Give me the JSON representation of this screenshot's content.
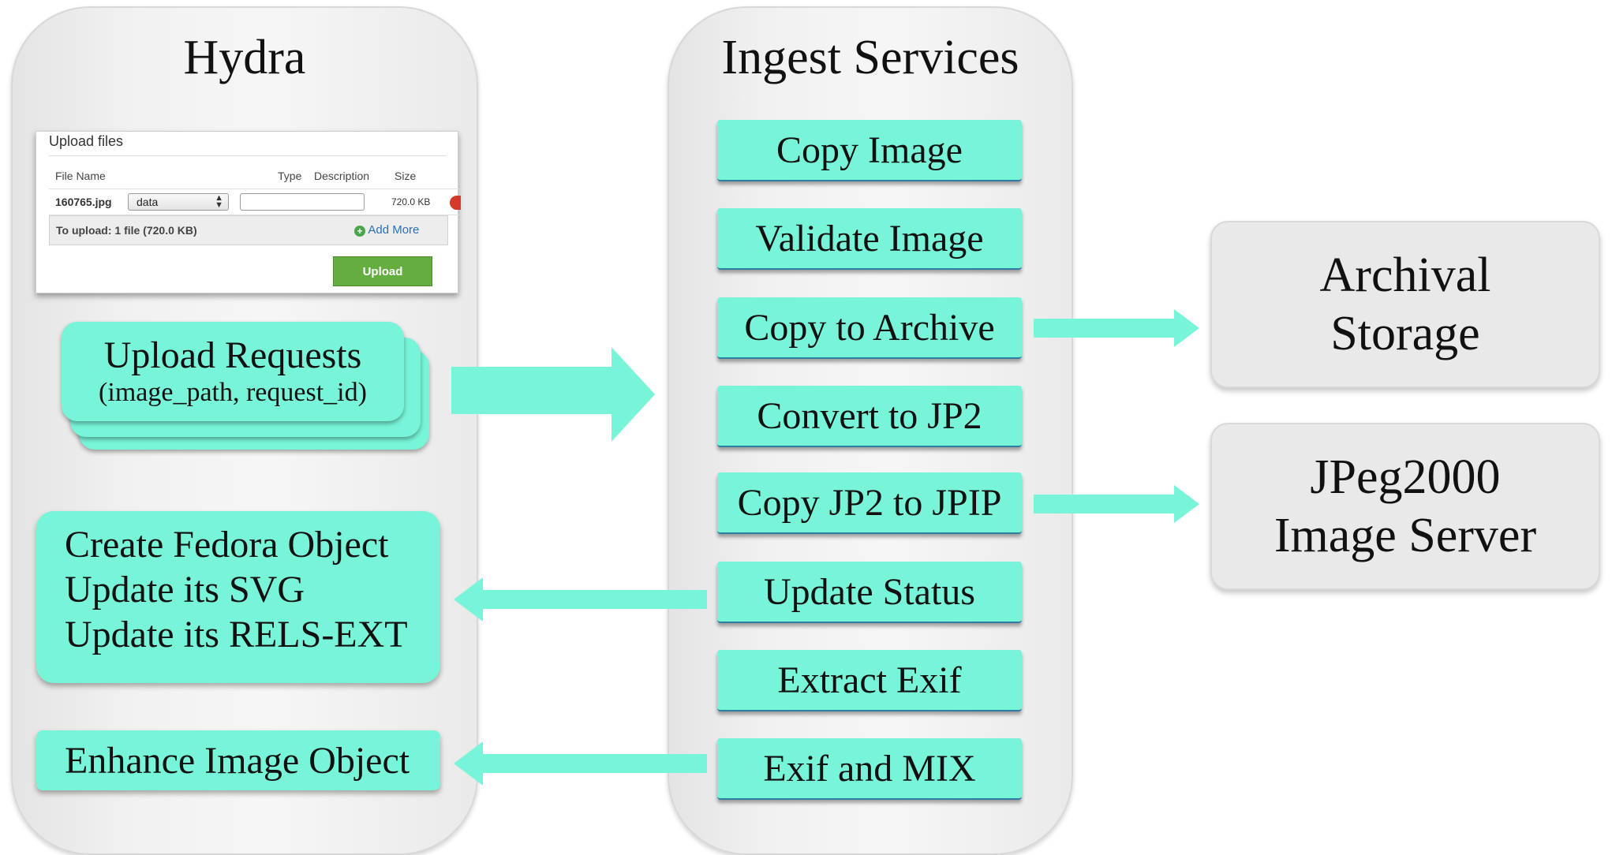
{
  "hydra": {
    "title": "Hydra",
    "upload_widget": {
      "title": "Upload files",
      "col_file_name": "File Name",
      "col_type": "Type",
      "col_description": "Description",
      "col_size": "Size",
      "file_name": "160765.jpg",
      "type_value": "data",
      "description_value": "",
      "size_value": "720.0 KB",
      "to_upload": "To upload: 1 file (720.0 KB)",
      "add_more": "Add More",
      "upload_button": "Upload"
    },
    "upload_requests": {
      "title": "Upload Requests",
      "subtitle": "(image_path, request_id)"
    },
    "fedora_box": {
      "lines": [
        "Create Fedora Object",
        "Update its SVG",
        "Update its RELS-EXT"
      ]
    },
    "enhance_box": "Enhance Image Object"
  },
  "ingest_services": {
    "title": "Ingest Services",
    "steps": [
      "Copy Image",
      "Validate Image",
      "Copy to Archive",
      "Convert to JP2",
      "Copy JP2 to JPIP",
      "Update Status",
      "Extract Exif",
      "Exif and MIX"
    ]
  },
  "destinations": {
    "archival": [
      "Archival",
      "Storage"
    ],
    "jpeg2000": [
      "JPeg2000",
      "Image Server"
    ]
  },
  "colors": {
    "teal": "#78f5d8",
    "panel_gray": "#eeeeee",
    "upload_green": "#64ad3f",
    "link_blue": "#2a6ebb"
  }
}
